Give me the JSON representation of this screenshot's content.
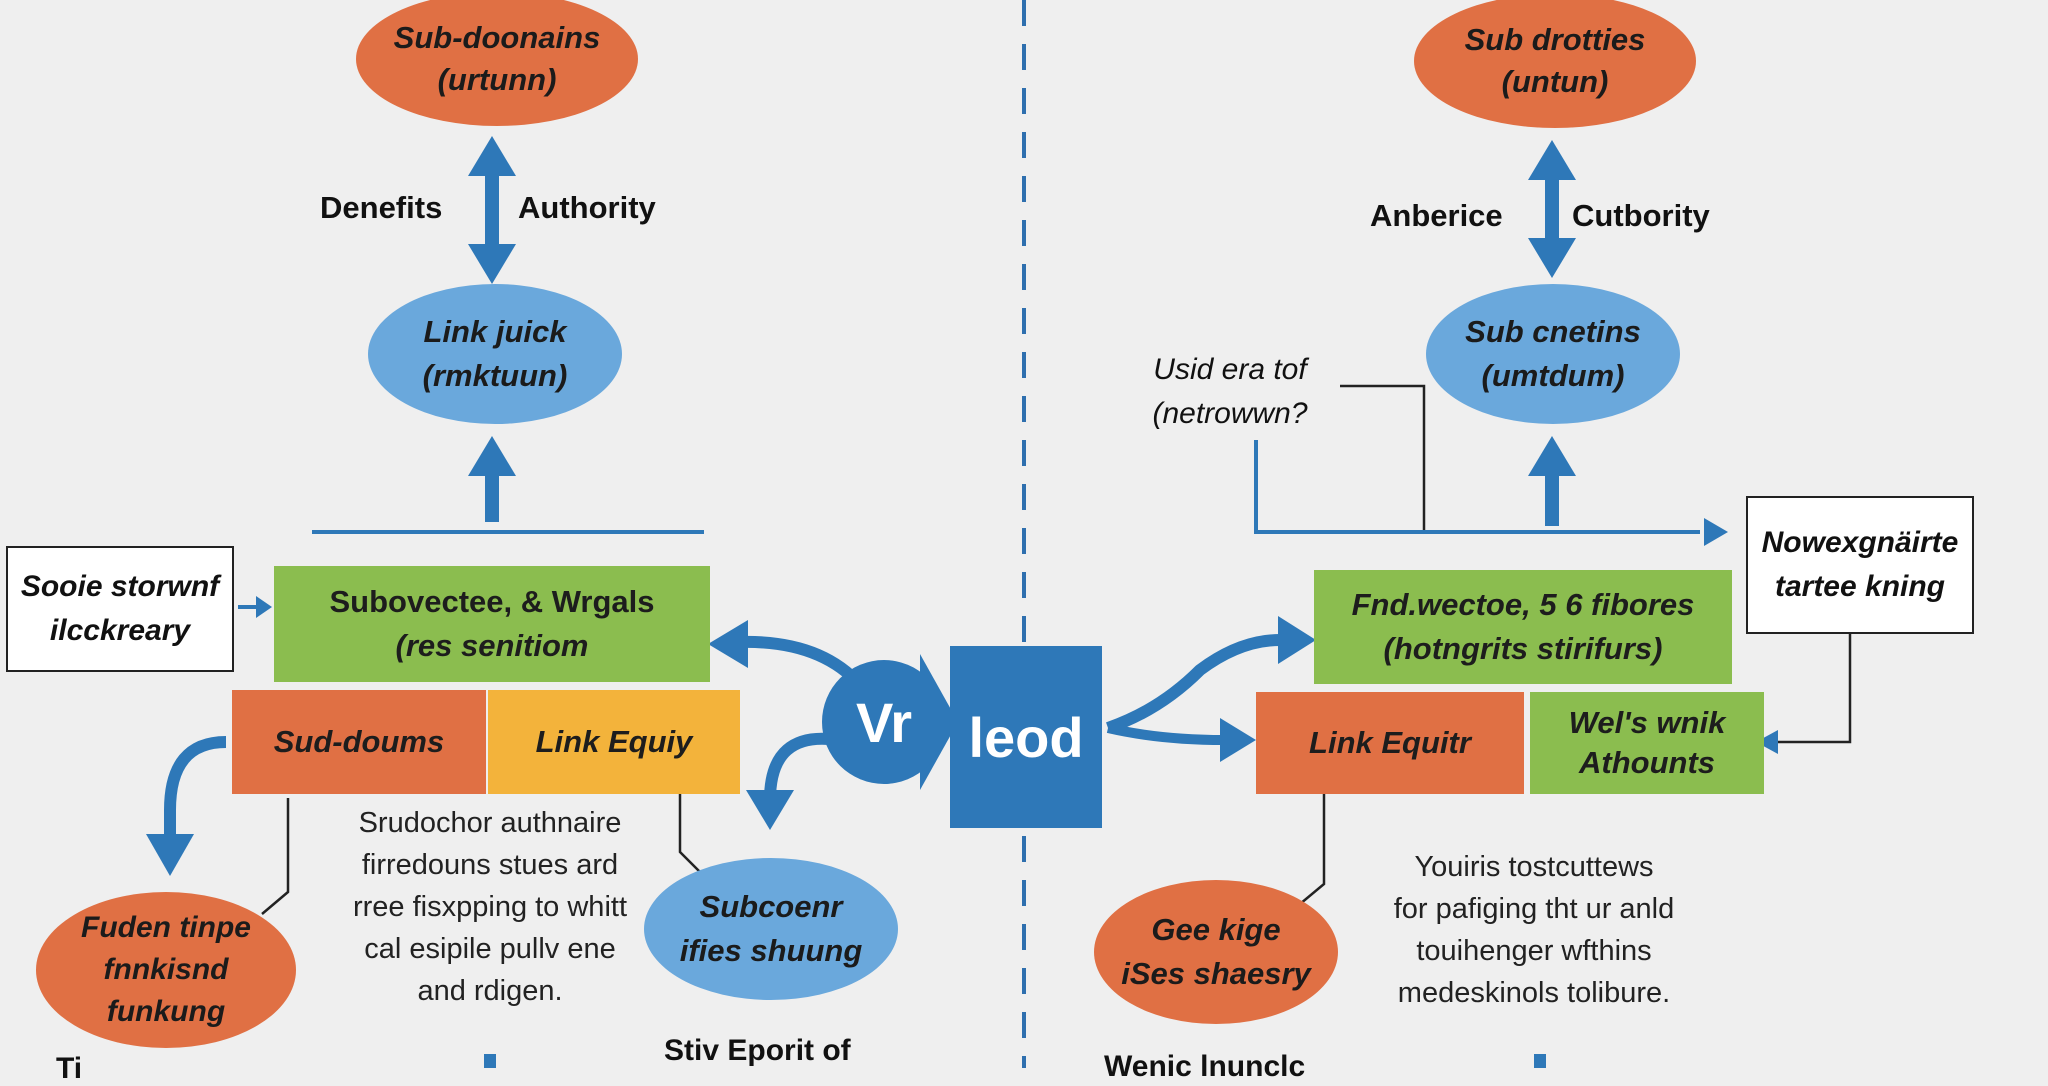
{
  "left": {
    "top_ellipse": {
      "line1": "Sub-doonains",
      "line2": "(urtunn)"
    },
    "arrow_left_label": "Denefits",
    "arrow_right_label": "Authority",
    "mid_ellipse": {
      "line1": "Link juick",
      "line2": "(rmktuun)"
    },
    "side_box": {
      "line1": "Sooie storwnf",
      "line2": "ilcckreary"
    },
    "green_box": {
      "line1": "Subovectee, & Wrgals",
      "line2": "(res senitiom"
    },
    "orange_box": "Sud-doums",
    "yellow_box": "Link Equiy",
    "bottom_ellipse": {
      "line1": "Fuden tinpe",
      "line2": "fnnkisnd",
      "line3": "funkung"
    },
    "paragraph": [
      "Srudochor authnaire",
      "firredouns stues ard",
      "rree fisxpping to whitt",
      "cal esipile pullv ene",
      "and rdigen."
    ],
    "blue_ellipse": {
      "line1": "Subcoenr",
      "line2": "ifies shuung"
    },
    "bottom_texts": [
      "Ti",
      "Stiv Eporit of"
    ]
  },
  "center": {
    "circle_text": "Vr",
    "square_text": "leod"
  },
  "right": {
    "top_ellipse": {
      "line1": "Sub drotties",
      "line2": "(untun)"
    },
    "arrow_left_label": "Anberice",
    "arrow_right_label": "Cutbority",
    "mid_ellipse": {
      "line1": "Sub cnetins",
      "line2": "(umtdum)"
    },
    "note": {
      "line1": "Usid era tof",
      "line2": "(netrowwn?"
    },
    "side_box": {
      "line1": "Nowexgnäirte",
      "line2": "tartee kning"
    },
    "green_box": {
      "line1": "Fnd.wectoe, 5 6 fibores",
      "line2": "(hotngrits stirifurs)"
    },
    "orange_box": "Link Equitr",
    "green_box2": {
      "line1": "Wel's wnik",
      "line2": "Athounts"
    },
    "bottom_ellipse": {
      "line1": "Gee kige",
      "line2": "iSes shaesry"
    },
    "paragraph": [
      "Youiris tostcuttews",
      "for pafiging tht ur anld",
      "touihenger wfthins",
      "medeskinols tolibure."
    ],
    "bottom_texts": [
      "Wenic lnunclc"
    ]
  },
  "colors": {
    "orange": "#e07044",
    "blue_light": "#6aa8dc",
    "blue_dark": "#2e78b8",
    "green": "#8bbd4f",
    "yellow": "#f3b33b",
    "background": "#efefef"
  }
}
